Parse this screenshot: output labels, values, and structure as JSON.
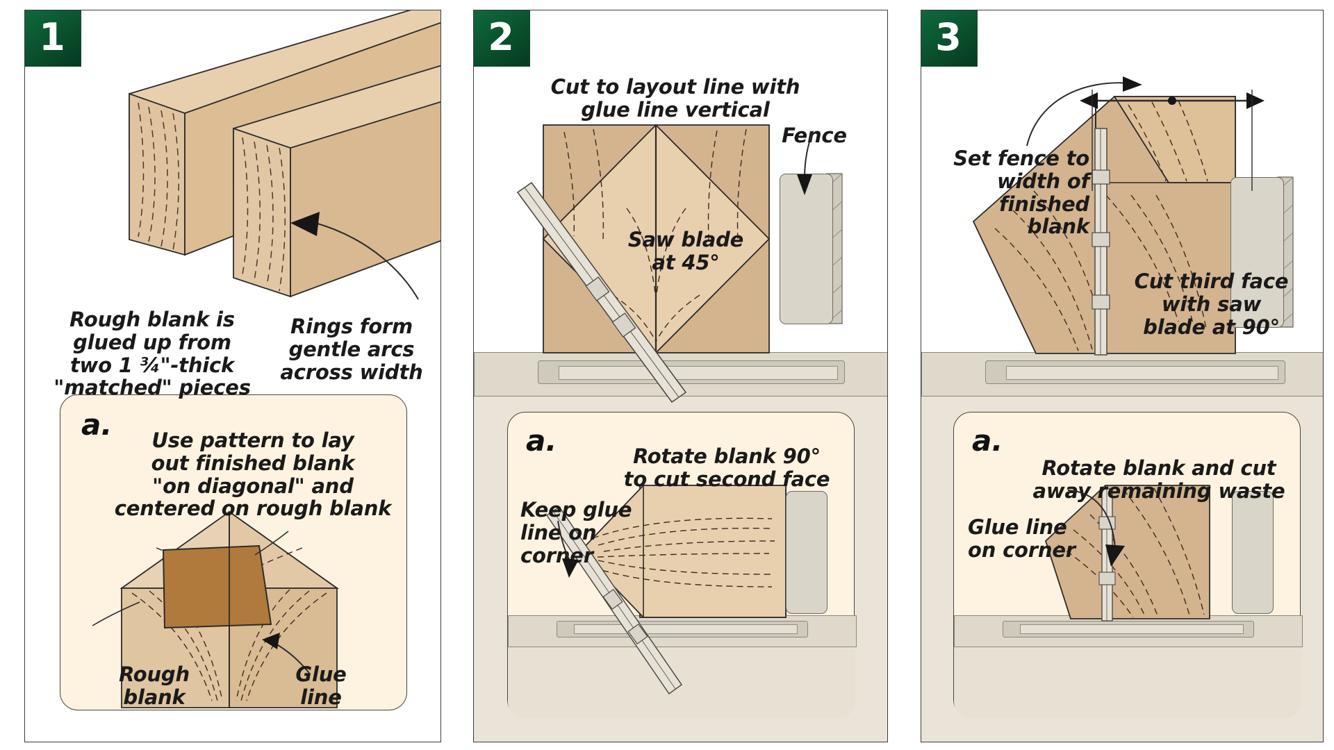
{
  "figure": {
    "title": "Making a turning blank: three step-by-step table-saw operations",
    "type": "woodworking-instructional-diagram",
    "panel_count": 3
  },
  "colors": {
    "badge_green": "#0b5530",
    "wood_light": "#e8cfae",
    "wood_mid": "#d8bd99",
    "wood_dark": "#b98a4e",
    "subpanel_bg": "#fdf3e0",
    "bench_bg": "#e9e4d7",
    "table_top": "#ded9cb",
    "fence_gray": "#d9d5c9",
    "line_black": "#2b2b2b",
    "text_black": "#111111"
  },
  "panels": [
    {
      "number": "1",
      "captions": [
        {
          "id": "rough-blank-note",
          "text": "Rough blank is\nglued up from\ntwo 1 ¾\"-thick\n\"matched\" pieces"
        },
        {
          "id": "rings-note",
          "text": "Rings form\ngentle arcs\nacross width"
        }
      ],
      "subpanel": {
        "letter": "a.",
        "caption": "Use pattern to lay\nout finished blank\n\"on diagonal\" and\ncentered on rough blank",
        "labels": [
          {
            "id": "rough-blank-label",
            "text": "Rough\nblank"
          },
          {
            "id": "glue-line-label",
            "text": "Glue\nline"
          }
        ]
      }
    },
    {
      "number": "2",
      "captions": [
        {
          "id": "cut-to-layout-line",
          "text": "Cut to layout line with\nglue line vertical"
        },
        {
          "id": "fence-label",
          "text": "Fence"
        },
        {
          "id": "saw-blade-45",
          "text": "Saw blade\nat 45°"
        }
      ],
      "subpanel": {
        "letter": "a.",
        "caption": "Rotate blank 90°\nto cut second face",
        "labels": [
          {
            "id": "keep-glue-line-on-corner",
            "text": "Keep glue\nline on\ncorner"
          }
        ]
      }
    },
    {
      "number": "3",
      "captions": [
        {
          "id": "set-fence-to-width",
          "text": "Set fence to\nwidth of\nfinished\nblank"
        },
        {
          "id": "cut-third-face",
          "text": "Cut third face\nwith saw\nblade at 90°"
        }
      ],
      "subpanel": {
        "letter": "a.",
        "caption": "Rotate blank and cut\naway remaining waste",
        "labels": [
          {
            "id": "glue-line-on-corner",
            "text": "Glue line\non corner"
          }
        ]
      }
    }
  ]
}
